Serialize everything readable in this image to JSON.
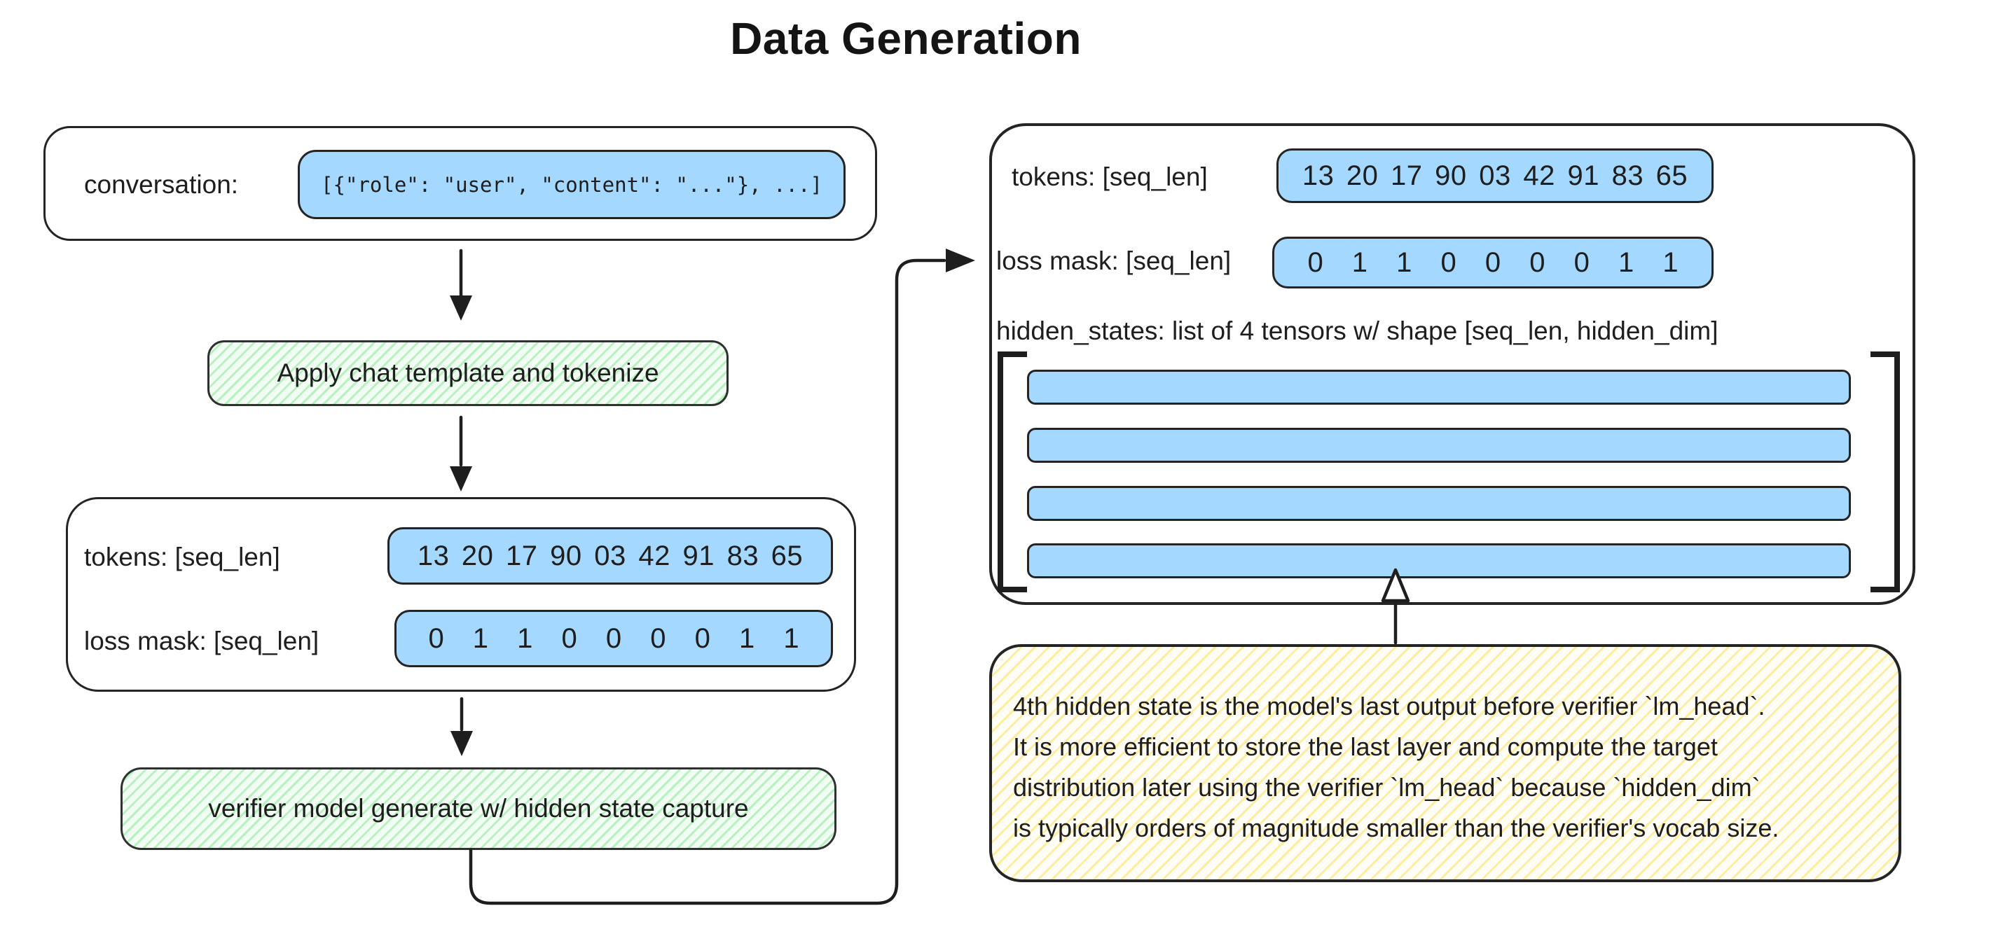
{
  "title": "Data Generation",
  "palette": {
    "stroke": "#1e1e1e",
    "blue_fill": "#a5d8ff",
    "green_fill": "#b2f2bb",
    "yellow_fill": "#ffec99"
  },
  "left_flow": {
    "conversation": {
      "label": "conversation:",
      "value": "[{\"role\": \"user\", \"content\": \"...\"}, ...]"
    },
    "step1_label": "Apply chat template and tokenize",
    "tokenized": {
      "tokens_label": "tokens: [seq_len]",
      "tokens_values": "13 20 17 90 03 42 91 83 65",
      "loss_mask_label": "loss mask: [seq_len]",
      "loss_mask_values": "0 1 1 0 0 0 0 1 1"
    },
    "step2_label": "verifier model generate w/ hidden state capture"
  },
  "output_panel": {
    "tokens_label": "tokens: [seq_len]",
    "tokens_values": "13 20 17 90 03 42 91 83 65",
    "loss_mask_label": "loss mask: [seq_len]",
    "loss_mask_values": "0 1 1 0 0 0 0 1 1",
    "hidden_states_label": "hidden_states: list of 4 tensors w/ shape [seq_len, hidden_dim]",
    "hidden_states_count": 4
  },
  "note": {
    "lines": [
      "4th hidden state is the model's last output before verifier `lm_head`.",
      "It is more efficient to store the last layer and compute the target",
      "distribution later using the verifier `lm_head` because `hidden_dim`",
      "is typically orders of magnitude smaller than the verifier's vocab size."
    ]
  }
}
